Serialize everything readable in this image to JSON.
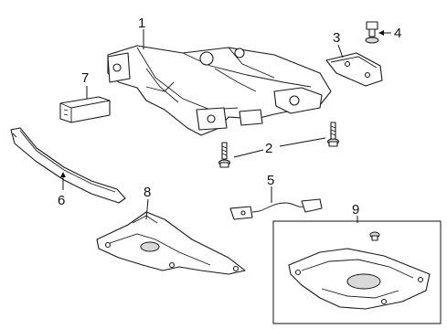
{
  "callouts": {
    "c1": "1",
    "c2": "2",
    "c3": "3",
    "c4": "4",
    "c5": "5",
    "c6": "6",
    "c7": "7",
    "c8": "8",
    "c9": "9"
  },
  "colors": {
    "line": "#1a1a1a",
    "background": "#ffffff",
    "shade": "#d9d9d9"
  }
}
